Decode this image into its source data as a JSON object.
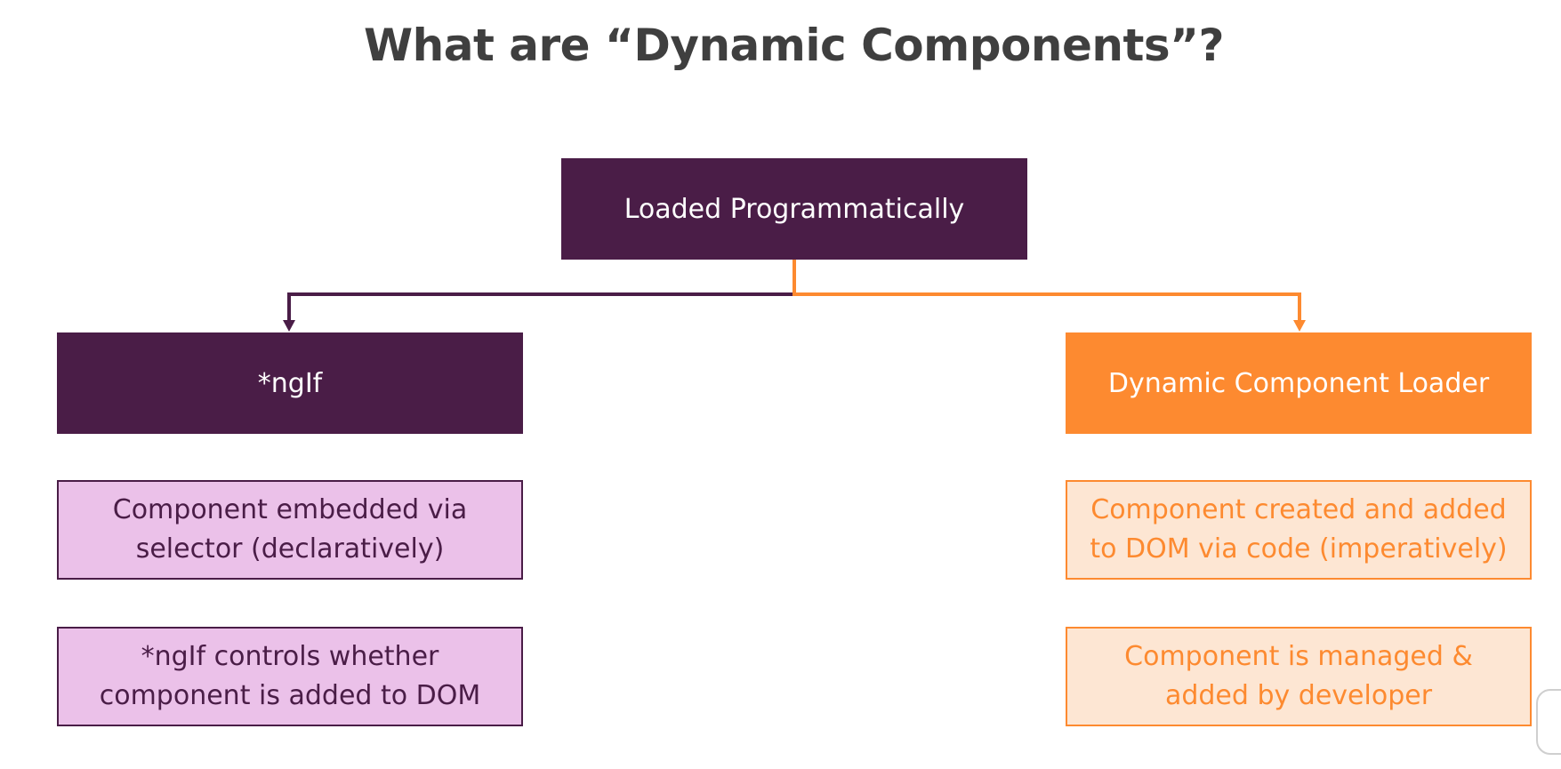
{
  "title": "What are “Dynamic Components”?",
  "root": {
    "label": "Loaded Programmatically"
  },
  "left": {
    "head": "*ngIf",
    "items": [
      {
        "line1": "Component embedded via",
        "line2": "selector (declaratively)"
      },
      {
        "line1": "*ngIf controls whether",
        "line2": "component is added to DOM"
      }
    ]
  },
  "right": {
    "head": "Dynamic Component Loader",
    "items": [
      {
        "line1": "Component created and added",
        "line2": "to DOM via code (imperatively)"
      },
      {
        "line1": "Component is managed &",
        "line2": "added by developer"
      }
    ]
  },
  "colors": {
    "purple": "#4a1d47",
    "orange": "#fd8a30",
    "light_purple": "#ebc1e9",
    "light_orange": "#fde6d3",
    "title_gray": "#3f3f3f"
  }
}
